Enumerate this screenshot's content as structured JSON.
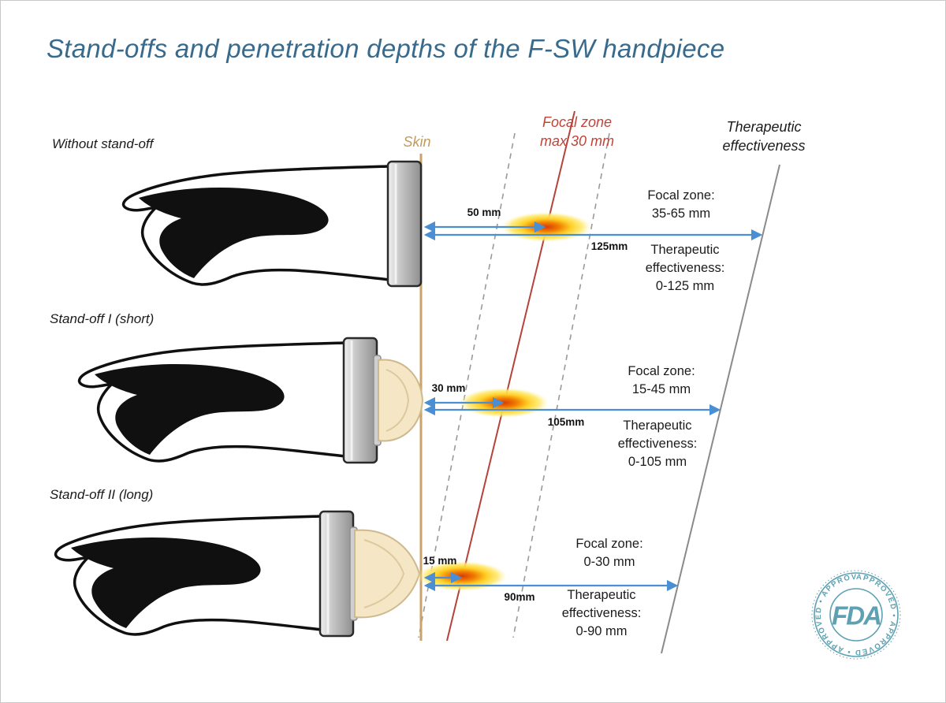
{
  "title": "Stand-offs and penetration depths of the F-SW handpiece",
  "legend": {
    "skin": "Skin",
    "focal_zone_line1": "Focal zone",
    "focal_zone_line2": "max 30 mm",
    "therapeutic_line1": "Therapeutic",
    "therapeutic_line2": "effectiveness"
  },
  "rows": [
    {
      "label": "Without stand-off",
      "near_distance": "50 mm",
      "far_distance": "125mm",
      "focal_title": "Focal zone:",
      "focal_range": "35-65 mm",
      "effect_line1": "Therapeutic",
      "effect_line2": "effectiveness:",
      "effect_range": "0-125 mm"
    },
    {
      "label": "Stand-off I (short)",
      "near_distance": "30 mm",
      "far_distance": "105mm",
      "focal_title": "Focal zone:",
      "focal_range": "15-45 mm",
      "effect_line1": "Therapeutic",
      "effect_line2": "effectiveness:",
      "effect_range": "0-105 mm"
    },
    {
      "label": "Stand-off II (long)",
      "near_distance": "15 mm",
      "far_distance": "90mm",
      "focal_title": "Focal zone:",
      "focal_range": "0-30 mm",
      "effect_line1": "Therapeutic",
      "effect_line2": "effectiveness:",
      "effect_range": "0-90 mm"
    }
  ],
  "badge": {
    "label": "FDA",
    "ring_text": "APPROVED • APPROVED • APPROVED • APPROVED •"
  },
  "colors": {
    "title": "#376a8c",
    "skin_line": "#c9a36a",
    "focal_line": "#b5433a",
    "arrow_blue": "#4a8fd4",
    "badge_teal": "#4795a8"
  }
}
